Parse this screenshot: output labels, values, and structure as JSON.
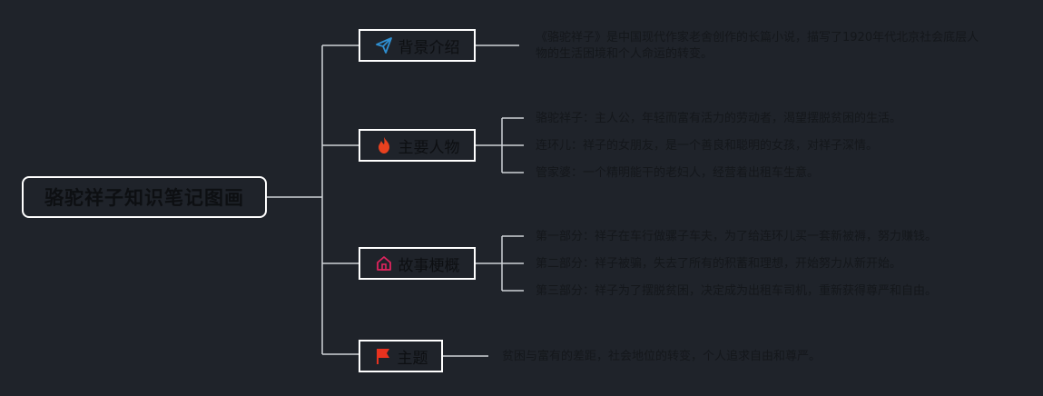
{
  "root": {
    "title": "骆驼祥子知识笔记图画"
  },
  "branches": [
    {
      "label": "背景介绍",
      "icon": "paper-plane-icon",
      "icon_color": "#2f8fd1",
      "items": [
        "《骆驼祥子》是中国现代作家老舍创作的长篇小说，描写了1920年代北京社会底层人物的生活困境和个人命运的转变。"
      ]
    },
    {
      "label": "主要人物",
      "icon": "fire-icon",
      "icon_color": "#e8411f",
      "items": [
        "骆驼祥子：主人公，年轻而富有活力的劳动者，渴望摆脱贫困的生活。",
        "连环儿：祥子的女朋友，是一个善良和聪明的女孩，对祥子深情。",
        "管家婆：一个精明能干的老妇人，经营着出租车生意。"
      ]
    },
    {
      "label": "故事梗概",
      "icon": "home-icon",
      "icon_color": "#e0245e",
      "items": [
        "第一部分：祥子在车行做骡子车夫，为了给连环儿买一套新被褥，努力赚钱。",
        "第二部分：祥子被骗，失去了所有的积蓄和理想，开始努力从新开始。",
        "第三部分：祥子为了摆脱贫困，决定成为出租车司机，重新获得尊严和自由。"
      ]
    },
    {
      "label": "主题",
      "icon": "flag-icon",
      "icon_color": "#e8321f",
      "items": [
        "贫困与富有的差距，社会地位的转变，个人追求自由和尊严。"
      ]
    }
  ],
  "colors": {
    "background": "#1f232a",
    "line": "#cfd3d8",
    "border": "#ffffff"
  }
}
